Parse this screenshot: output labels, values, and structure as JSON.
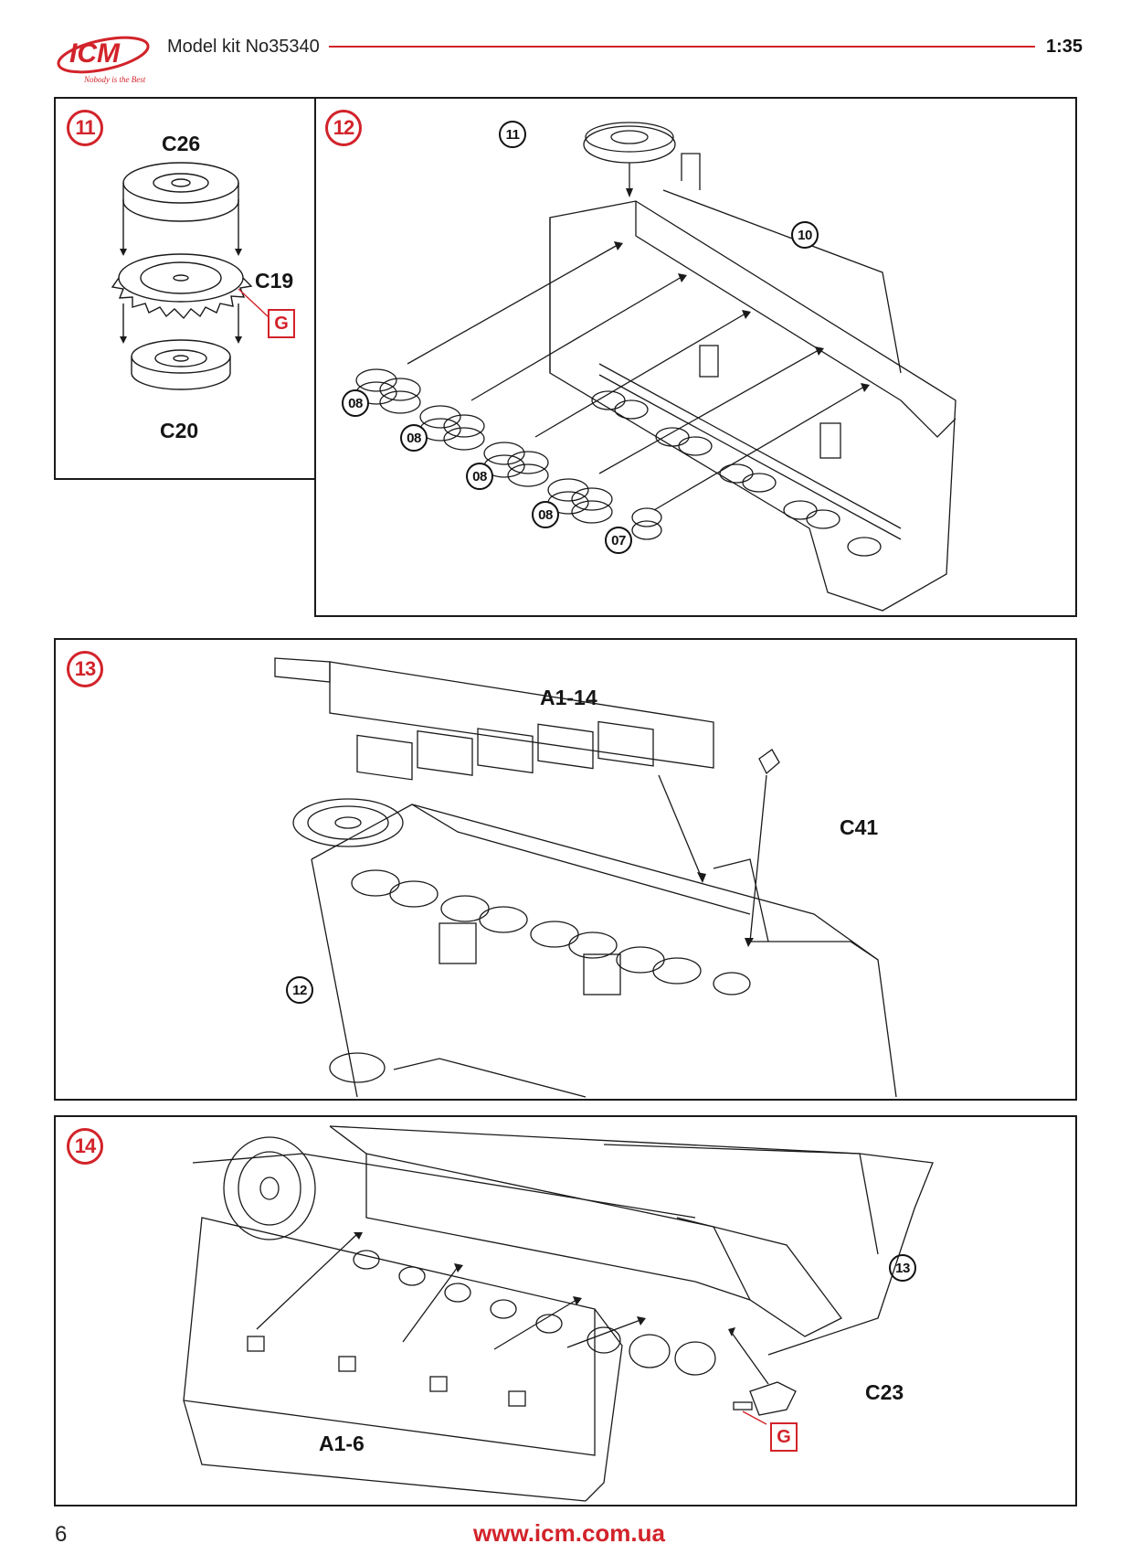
{
  "header": {
    "logo_text": "ICM",
    "logo_tagline": "Nobody is the Best",
    "kit_title": "Model kit No35340",
    "scale": "1:35"
  },
  "steps": [
    {
      "number": "11",
      "parts": [
        "C26",
        "C19",
        "C20"
      ],
      "glue": "G"
    },
    {
      "number": "12",
      "refs": [
        "11",
        "10",
        "08",
        "08",
        "08",
        "08",
        "07"
      ]
    },
    {
      "number": "13",
      "parts": [
        "A1-14",
        "C41"
      ],
      "refs": [
        "12"
      ]
    },
    {
      "number": "14",
      "parts": [
        "C23",
        "A1-6"
      ],
      "refs": [
        "13"
      ],
      "glue": "G"
    }
  ],
  "footer": {
    "page_number": "6",
    "website": "www.icm.com.ua"
  },
  "colors": {
    "accent": "#d2232a",
    "line": "#1a1a1a"
  }
}
